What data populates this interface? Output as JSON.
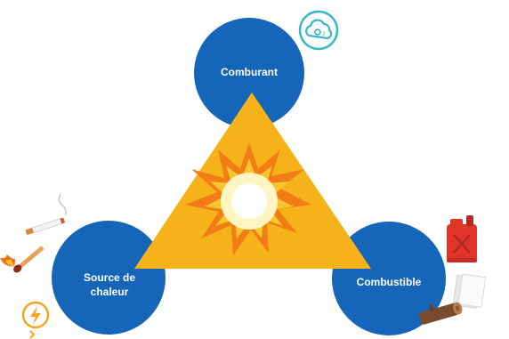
{
  "diagram": {
    "nodes": {
      "top": {
        "label": "Comburant",
        "icon": "oxygen-cloud-icon"
      },
      "left": {
        "label": "Source de\nchaleur",
        "icons": [
          "cigarette-icon",
          "match-icon",
          "electricity-icon"
        ]
      },
      "right": {
        "label": "Combustible",
        "icons": [
          "fuel-can-icon",
          "paper-icon",
          "wood-log-icon"
        ]
      }
    },
    "center": {
      "icon": "explosion-icon"
    },
    "colors": {
      "node_fill": "#1565B8",
      "triangle_fill": "#F5B21B",
      "explosion_core": "#FFF5C2",
      "explosion_orange": "#F07A14",
      "icon_teal": "#35B9C6"
    }
  }
}
